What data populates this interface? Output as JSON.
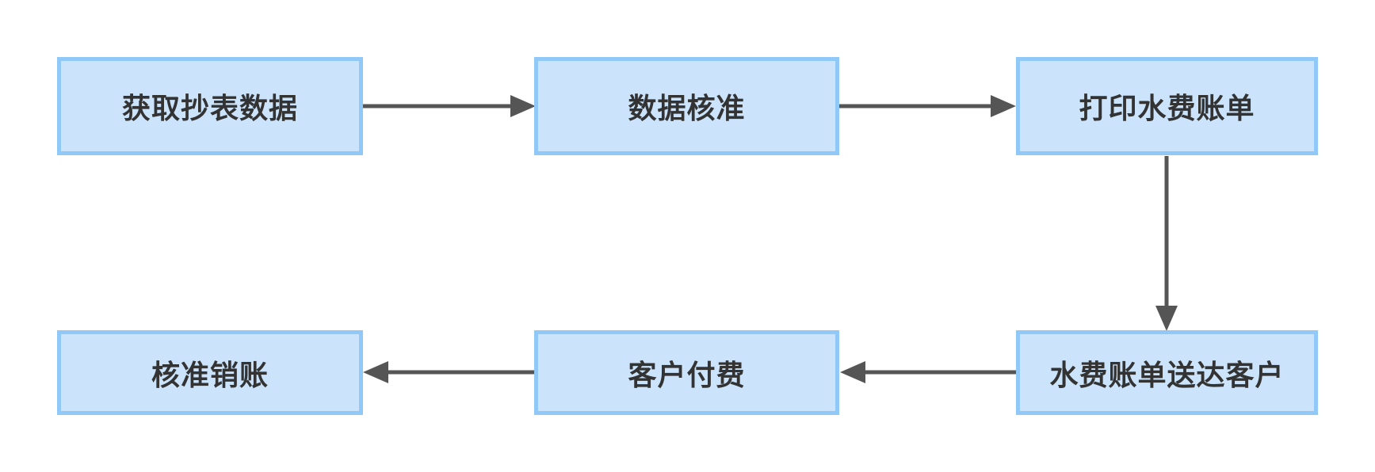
{
  "diagram": {
    "type": "flowchart",
    "background": "#ffffff",
    "colors": {
      "node_fill": "#cce4fb",
      "node_border": "#90c8f8",
      "arrow": "#555555",
      "text": "#333333"
    },
    "nodes": [
      {
        "id": "get-meter-data",
        "label": "获取抄表数据",
        "row": 1,
        "col": 1
      },
      {
        "id": "data-check",
        "label": "数据核准",
        "row": 1,
        "col": 2
      },
      {
        "id": "print-water-bill",
        "label": "打印水费账单",
        "row": 1,
        "col": 3
      },
      {
        "id": "bill-delivered",
        "label": "水费账单送达客户",
        "row": 2,
        "col": 3
      },
      {
        "id": "customer-pays",
        "label": "客户付费",
        "row": 2,
        "col": 2
      },
      {
        "id": "verify-writeoff",
        "label": "核准销账",
        "row": 2,
        "col": 1
      }
    ],
    "edges": [
      {
        "from": "获取抄表数据",
        "to": "数据核准",
        "direction": "right"
      },
      {
        "from": "数据核准",
        "to": "打印水费账单",
        "direction": "right"
      },
      {
        "from": "打印水费账单",
        "to": "水费账单送达客户",
        "direction": "down"
      },
      {
        "from": "水费账单送达客户",
        "to": "客户付费",
        "direction": "left"
      },
      {
        "from": "客户付费",
        "to": "核准销账",
        "direction": "left"
      }
    ]
  }
}
